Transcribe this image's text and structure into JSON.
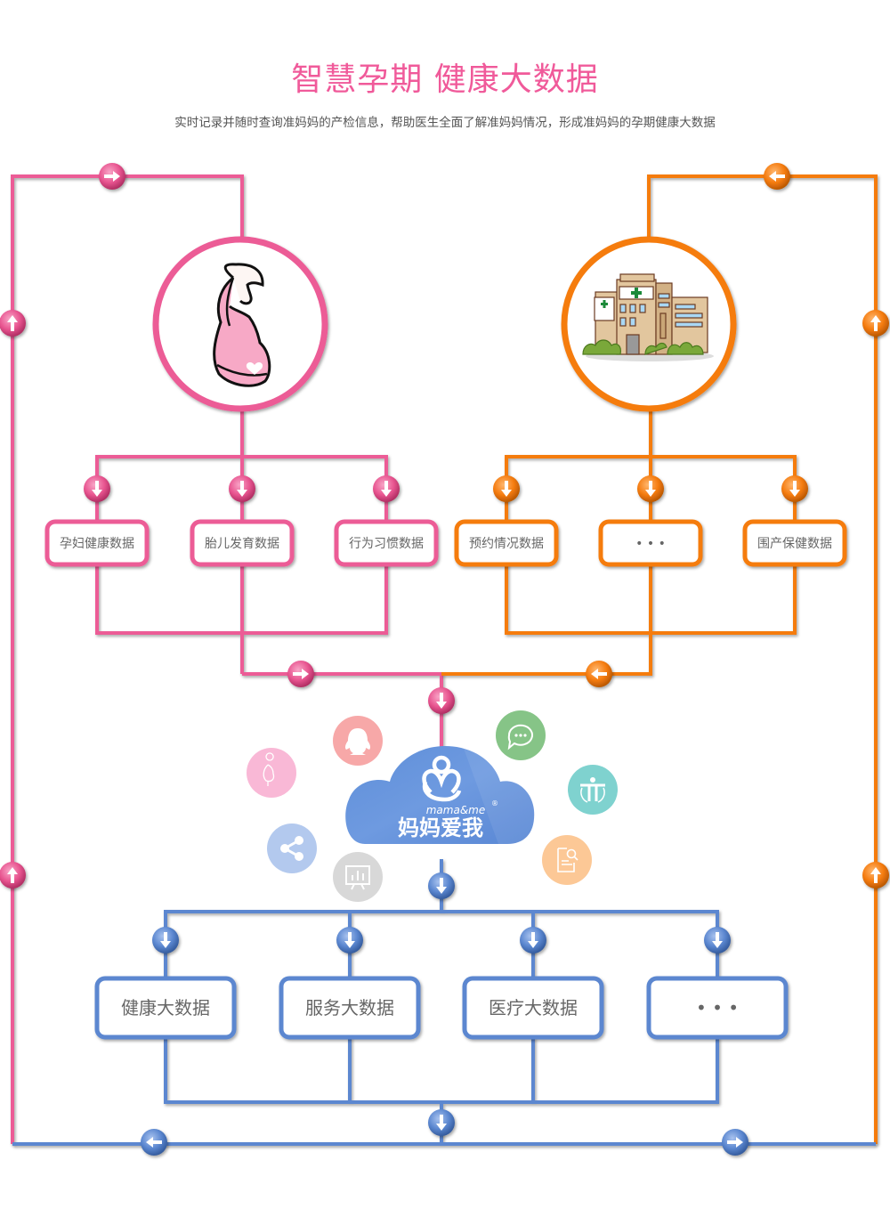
{
  "header": {
    "title": "智慧孕期 健康大数据",
    "subtitle": "实时记录并随时查询准妈妈的产检信息，帮助医生全面了解准妈妈情况，形成准妈妈的孕期健康大数据"
  },
  "colors": {
    "pink": "#ec5b96",
    "orange": "#f57c10",
    "blue": "#5b87d0",
    "text": "#666666"
  },
  "left_source": {
    "icon": "pregnant-woman-icon",
    "items": [
      {
        "label": "孕妇健康数据"
      },
      {
        "label": "胎儿发育数据"
      },
      {
        "label": "行为习惯数据"
      }
    ]
  },
  "right_source": {
    "icon": "hospital-icon",
    "items": [
      {
        "label": "预约情况数据"
      },
      {
        "label": "• • •"
      },
      {
        "label": "围产保健数据"
      }
    ]
  },
  "center": {
    "logo_en": "mama&me",
    "logo_cn": "妈妈爱我",
    "registered": "®",
    "satellites": [
      {
        "icon": "pregnancy-icon",
        "color": "#f9b8d6"
      },
      {
        "icon": "qq-penguin-icon",
        "color": "#f7a8a8"
      },
      {
        "icon": "chat-bubble-icon",
        "color": "#86c487"
      },
      {
        "icon": "body-measure-icon",
        "color": "#7fd2cf"
      },
      {
        "icon": "document-search-icon",
        "color": "#fcc896"
      },
      {
        "icon": "presentation-chart-icon",
        "color": "#d8d8d8"
      },
      {
        "icon": "share-icon",
        "color": "#b3c9ee"
      }
    ]
  },
  "outputs": {
    "items": [
      {
        "label": "健康大数据"
      },
      {
        "label": "服务大数据"
      },
      {
        "label": "医疗大数据"
      },
      {
        "label": "• • •"
      }
    ]
  }
}
